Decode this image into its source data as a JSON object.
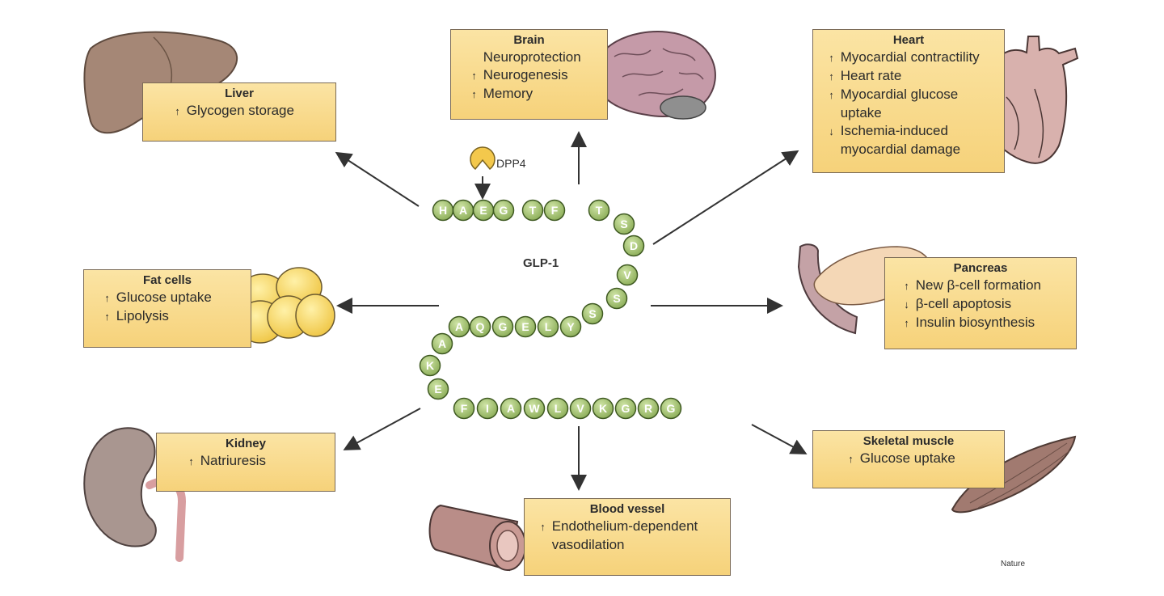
{
  "peptide": {
    "name": "GLP-1",
    "residues": [
      "H",
      "A",
      "E",
      "G",
      "T",
      "F",
      "T",
      "S",
      "D",
      "V",
      "S",
      "S",
      "Y",
      "L",
      "E",
      "G",
      "Q",
      "A",
      "A",
      "K",
      "E",
      "F",
      "I",
      "A",
      "W",
      "L",
      "V",
      "K",
      "G",
      "R",
      "G"
    ]
  },
  "enzyme": {
    "label": "DPP4"
  },
  "credit": "Nature",
  "up_marker": "↑",
  "down_marker": "↓",
  "organs": {
    "liver": {
      "title": "Liver",
      "effects": [
        {
          "dir": "up",
          "text": "Glycogen storage"
        }
      ]
    },
    "brain": {
      "title": "Brain",
      "effects": [
        {
          "dir": "none",
          "text": "Neuroprotection"
        },
        {
          "dir": "up",
          "text": "Neurogenesis"
        },
        {
          "dir": "up",
          "text": "Memory"
        }
      ]
    },
    "heart": {
      "title": "Heart",
      "effects": [
        {
          "dir": "up",
          "text": "Myocardial contractility"
        },
        {
          "dir": "up",
          "text": "Heart rate"
        },
        {
          "dir": "up",
          "text": "Myocardial glucose"
        },
        {
          "dir": "none",
          "text": "uptake"
        },
        {
          "dir": "down",
          "text": "Ischemia-induced"
        },
        {
          "dir": "none",
          "text": "myocardial damage"
        }
      ]
    },
    "fat": {
      "title": "Fat cells",
      "effects": [
        {
          "dir": "up",
          "text": "Glucose uptake"
        },
        {
          "dir": "up",
          "text": "Lipolysis"
        }
      ]
    },
    "pancreas": {
      "title": "Pancreas",
      "effects": [
        {
          "dir": "up",
          "text": "New β-cell formation"
        },
        {
          "dir": "down",
          "text": "β-cell apoptosis"
        },
        {
          "dir": "up",
          "text": "Insulin biosynthesis"
        }
      ]
    },
    "kidney": {
      "title": "Kidney",
      "effects": [
        {
          "dir": "up",
          "text": "Natriuresis"
        }
      ]
    },
    "vessel": {
      "title": "Blood vessel",
      "effects": [
        {
          "dir": "up",
          "text": "Endothelium-dependent"
        },
        {
          "dir": "none",
          "text": "vasodilation"
        }
      ]
    },
    "muscle": {
      "title": "Skeletal muscle",
      "effects": [
        {
          "dir": "up",
          "text": "Glucose uptake"
        }
      ]
    }
  }
}
